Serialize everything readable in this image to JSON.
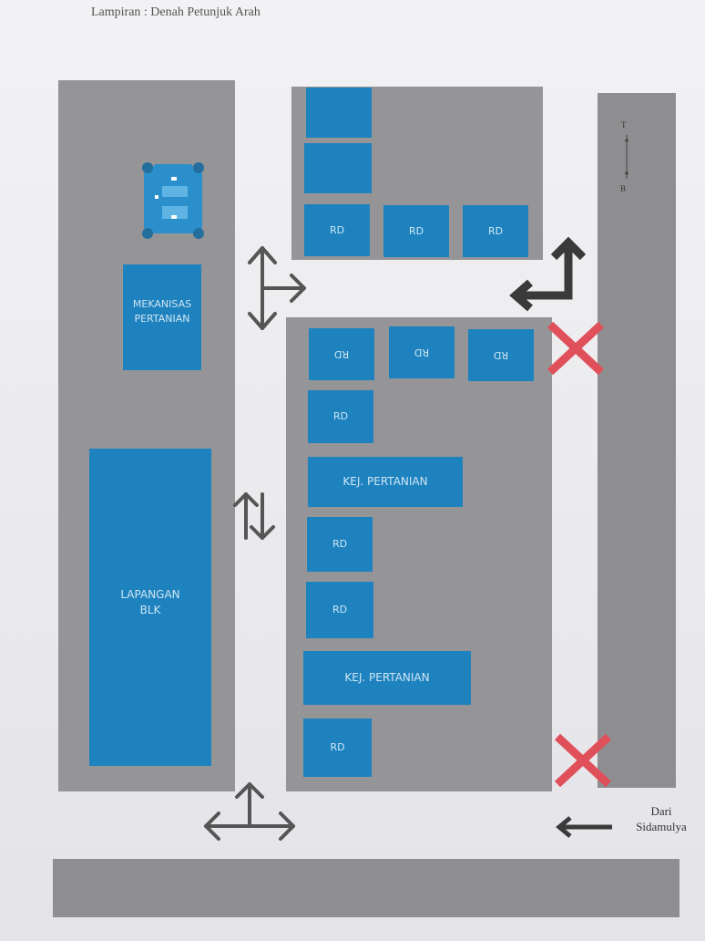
{
  "page_title": "Lampiran : Denah Petunjuk Arah",
  "compass": {
    "top": "T",
    "bottom": "B"
  },
  "from_label": "Dari\nSidamulya",
  "buildings": {
    "mekanisasi": "MEKANISAS\nPERTANIAN",
    "lapangan": "LAPANGAN\nBLK",
    "rd": "RD",
    "kej_pertanian": "KEJ. PERTANIAN"
  },
  "icons": {
    "four_way_top": "four-way-arrow-icon",
    "four_way_bottom": "four-way-arrow-icon",
    "two_way": "up-down-arrow-icon",
    "turn": "turn-arrow-icon",
    "left": "left-arrow-icon",
    "no_entry": "red-x-icon",
    "vehicle": "car-icon"
  },
  "colors": {
    "building": "#1e82bf",
    "road": "#8e8e90",
    "block": "#959597",
    "no_entry": "#e0505a",
    "arrow": "#555555",
    "turn_arrow": "#3a3a3a"
  }
}
